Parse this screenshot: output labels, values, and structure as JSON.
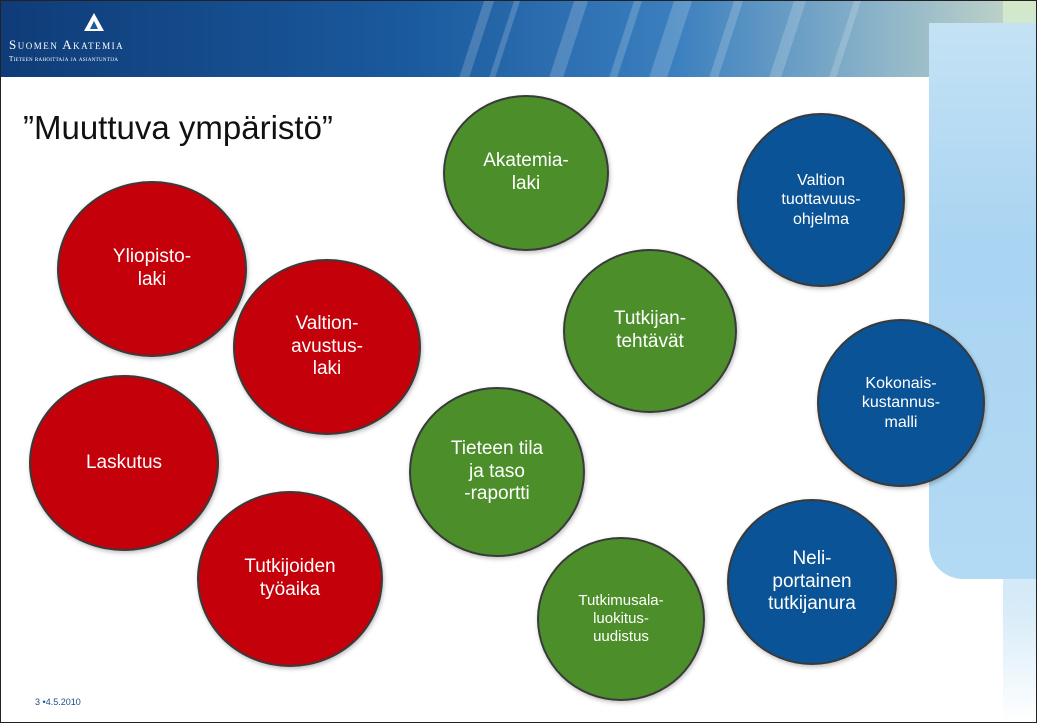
{
  "header": {
    "org_name": "Suomen Akatemia",
    "org_tagline": "Tieteen rahoittaja ja asiantuntija"
  },
  "slide": {
    "title": "”Muuttuva ympäristö”"
  },
  "bubbles": {
    "yliopistolaki": "Yliopisto-\nlaki",
    "valtionavustuslaki": "Valtion-\navustus-\nlaki",
    "laskutus": "Laskutus",
    "tutkijoiden_tyoaika": "Tutkijoiden\ntyöaika",
    "akatemialaki": "Akatemia-\nlaki",
    "tutkijan_tehtavat": "Tutkijan-\ntehtävät",
    "tieteen_tila": "Tieteen tila\nja taso\n-raportti",
    "tutkimusala": "Tutkimusala-\nluokitus-\nuudistus",
    "tuottavuus": "Valtion\ntuottavuus-\nohjelma",
    "kokonaiskustannus": "Kokonais-\nkustannus-\nmalli",
    "neliportainen": "Neli-\nportainen\ntutkijanura"
  },
  "colors": {
    "red": "#c4000a",
    "green": "#4c8f2a",
    "blue": "#0a5396"
  },
  "footer": {
    "page": "3",
    "date": "4.5.2010"
  }
}
